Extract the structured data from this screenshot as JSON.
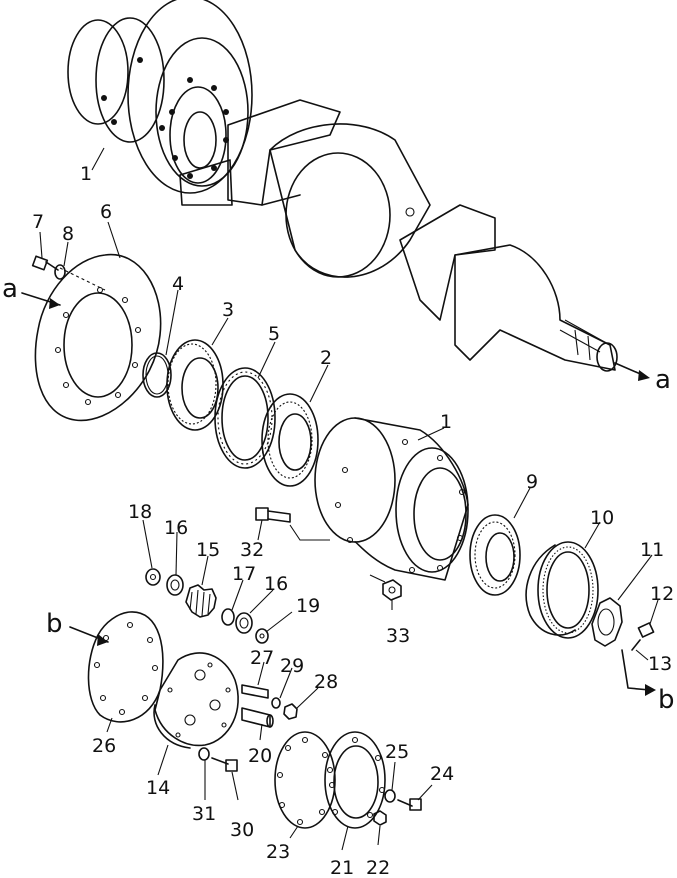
{
  "labels": {
    "l1a": "1",
    "l1b": "1",
    "l2": "2",
    "l3": "3",
    "l4": "4",
    "l5": "5",
    "l6": "6",
    "l7": "7",
    "l8": "8",
    "l9": "9",
    "l10": "10",
    "l11": "11",
    "l12": "12",
    "l13": "13",
    "l14": "14",
    "l15": "15",
    "l16a": "16",
    "l16b": "16",
    "l17": "17",
    "l18": "18",
    "l19": "19",
    "l20": "20",
    "l21": "21",
    "l22": "22",
    "l23": "23",
    "l24": "24",
    "l25": "25",
    "l26": "26",
    "l27": "27",
    "l28": "28",
    "l29": "29",
    "l30": "30",
    "l31": "31",
    "l32": "32",
    "l33": "33"
  },
  "refs": {
    "a_left": "a",
    "a_right": "a",
    "b_left": "b",
    "b_right": "b"
  }
}
